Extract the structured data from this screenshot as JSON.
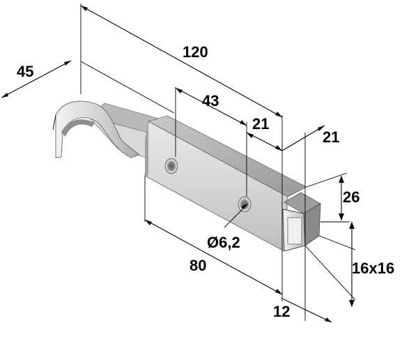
{
  "drawing": {
    "dimensions": {
      "overall_length": "120",
      "hook_width": "45",
      "hole_spacing": "43",
      "hole_offset": "21",
      "end_width": "21",
      "end_height": "26",
      "hole_diameter": "Ø6,2",
      "body_length": "80",
      "bolt_offset": "12",
      "bolt_section": "16x16"
    }
  }
}
